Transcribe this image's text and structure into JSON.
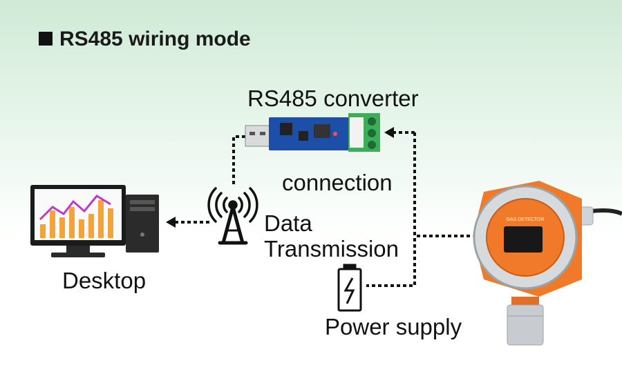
{
  "title": "RS485 wiring mode",
  "labels": {
    "converter": "RS485 converter",
    "connection": "connection",
    "data_line1": "Data",
    "data_line2": "Transmission",
    "desktop": "Desktop",
    "power": "Power supply"
  },
  "detector_text": "GAS DETECTOR",
  "colors": {
    "detector_orange": "#f07a2a",
    "board_blue": "#1e4fa8",
    "terminal_green": "#3cae5a"
  }
}
